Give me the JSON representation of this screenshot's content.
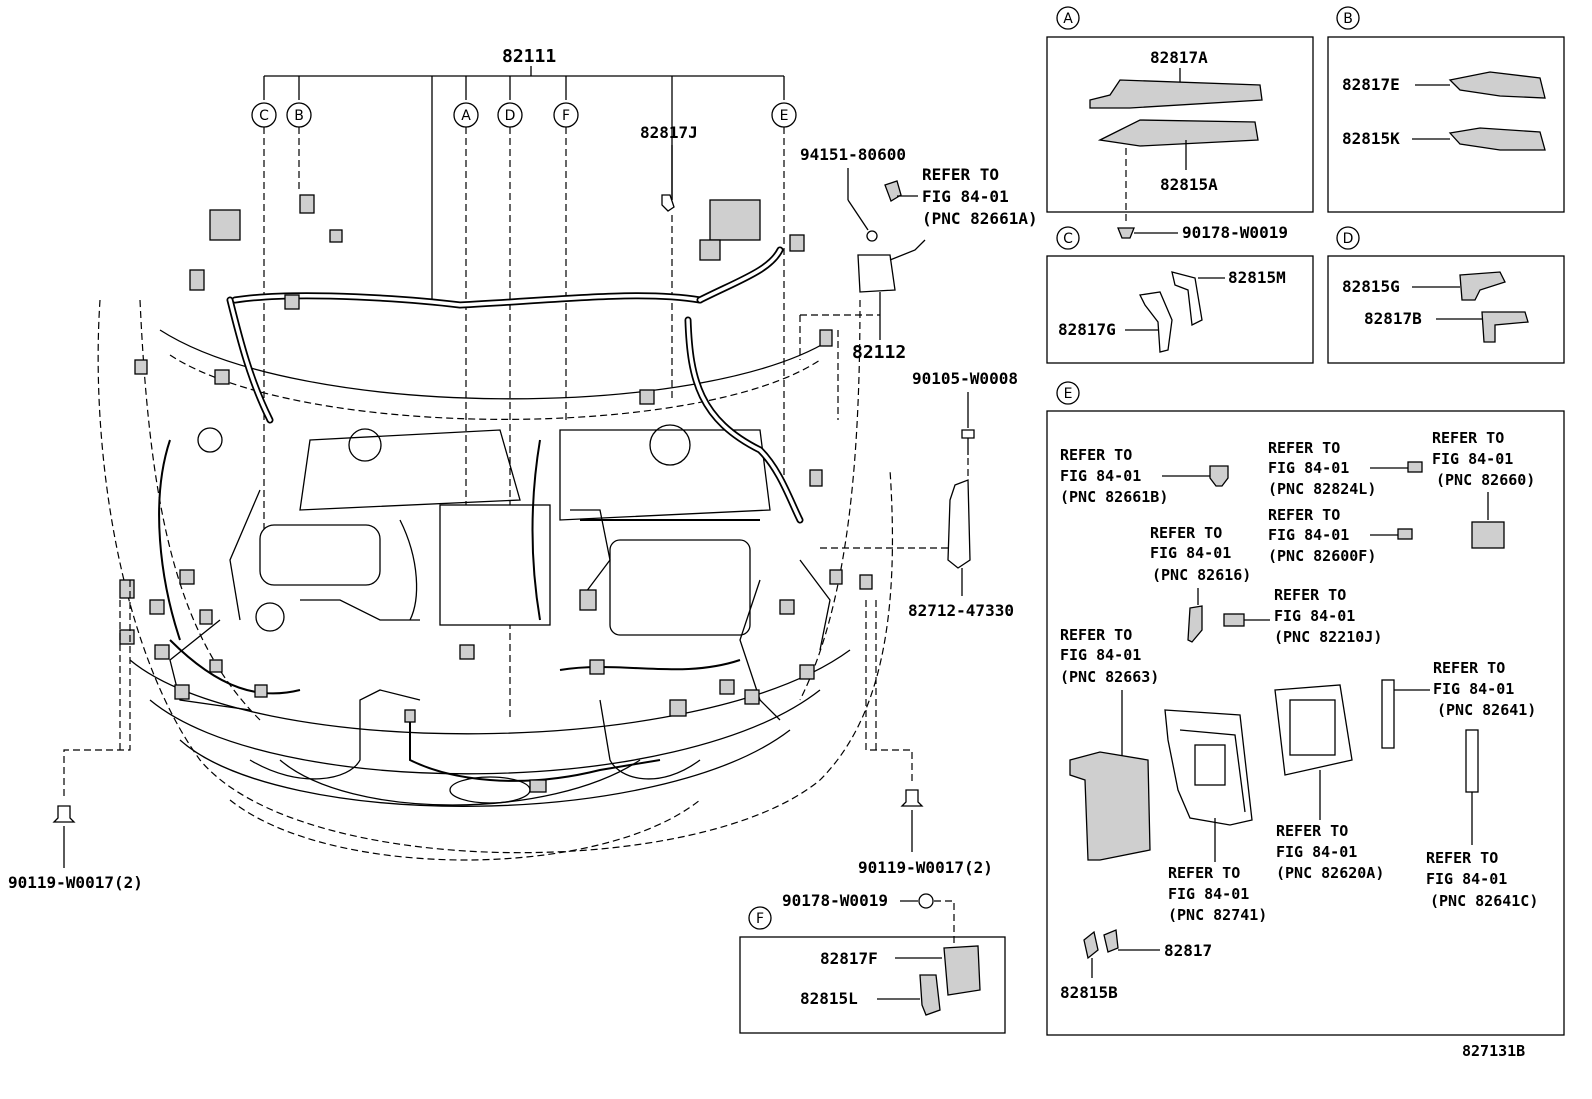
{
  "main": {
    "harness": "82111",
    "sub_harness": "82112",
    "clip_j": "82817J",
    "screw_top": "94151-80600",
    "refer_top": {
      "line1": "REFER TO",
      "line2": "FIG 84-01",
      "line3": "(PNC 82661A)"
    },
    "bolt_right": "90105-W0008",
    "bracket": "82712-47330",
    "bolt_left": "90119-W0017(2)",
    "bolt_right2": "90119-W0017(2)",
    "circles": [
      "C",
      "B",
      "A",
      "D",
      "F",
      "E"
    ]
  },
  "panel_a": {
    "tag": "A",
    "p1": "82817A",
    "p2": "82815A",
    "p3": "90178-W0019"
  },
  "panel_b": {
    "tag": "B",
    "p1": "82817E",
    "p2": "82815K"
  },
  "panel_c": {
    "tag": "C",
    "p1": "82815M",
    "p2": "82817G"
  },
  "panel_d": {
    "tag": "D",
    "p1": "82815G",
    "p2": "82817B"
  },
  "panel_f": {
    "tag": "F",
    "p0": "90178-W0019",
    "p1": "82817F",
    "p2": "82815L"
  },
  "panel_e": {
    "tag": "E",
    "refer_text": "REFER TO",
    "fig_text": "FIG 84-01",
    "pnc": [
      "(PNC 82661B)",
      "(PNC 82824L)",
      "(PNC 82660)",
      "(PNC 82600F)",
      "(PNC 82616)",
      "(PNC 82210J)",
      "(PNC 82663)",
      "(PNC 82641)",
      "(PNC 82620A)",
      "(PNC 82741)",
      "(PNC 82641C)"
    ],
    "p1": "82817",
    "p2": "82815B"
  },
  "figure_id": "827131B"
}
